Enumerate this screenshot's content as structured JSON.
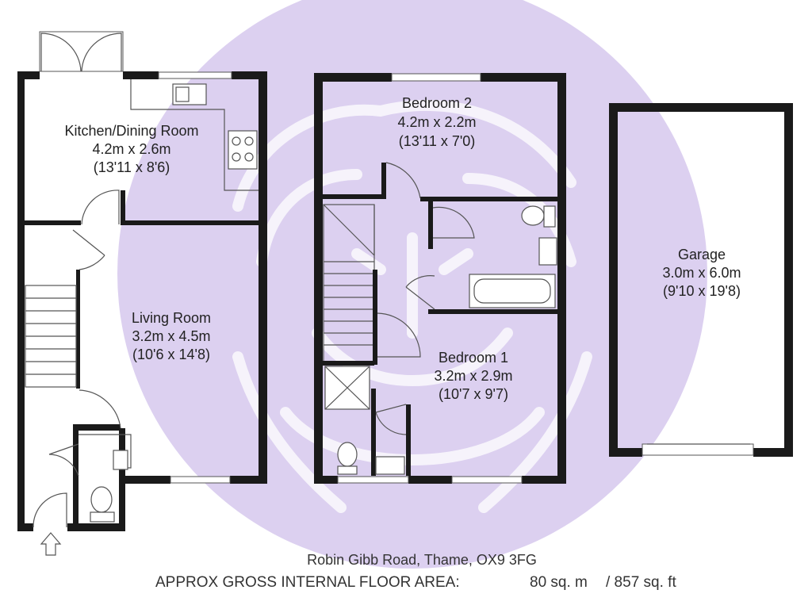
{
  "rooms": {
    "kitchen": {
      "name": "Kitchen/Dining Room",
      "metric": "4.2m x 2.6m",
      "imperial": "(13'11 x 8'6)"
    },
    "living": {
      "name": "Living Room",
      "metric": "3.2m x 4.5m",
      "imperial": "(10'6 x 14'8)"
    },
    "bedroom2": {
      "name": "Bedroom 2",
      "metric": "4.2m x 2.2m",
      "imperial": "(13'11 x 7'0)"
    },
    "bedroom1": {
      "name": "Bedroom 1",
      "metric": "3.2m x 2.9m",
      "imperial": "(10'7 x 9'7)"
    },
    "garage": {
      "name": "Garage",
      "metric": "3.0m x 6.0m",
      "imperial": "(9'10 x 19'8)"
    }
  },
  "footer": {
    "address": "Robin Gibb Road, Thame, OX9 3FG",
    "area_label": "APPROX GROSS INTERNAL FLOOR AREA:",
    "area_sqm": "80 sq. m",
    "area_sqft": "/ 857 sq. ft"
  },
  "colors": {
    "watermark": "#d9cdef",
    "wall": "#1a1a1a",
    "text": "#222222"
  },
  "icons": [
    "entrance-arrow-icon",
    "watermark-lion-logo"
  ]
}
